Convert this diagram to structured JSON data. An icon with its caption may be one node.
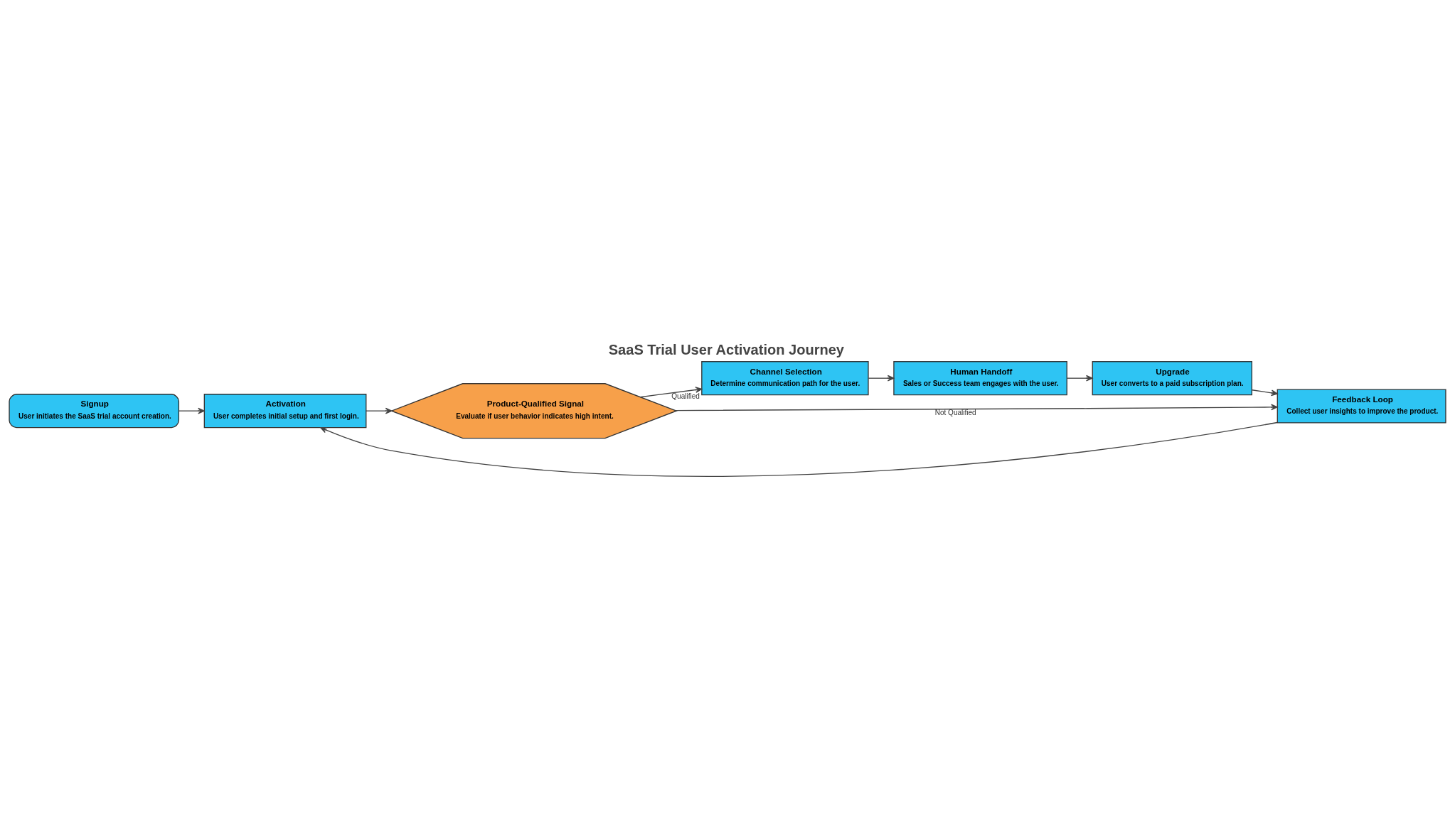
{
  "diagram": {
    "title": "SaaS Trial User Activation Journey",
    "nodes": [
      {
        "text": [
          "Signup",
          "User initiates the SaaS trial account creation."
        ]
      },
      {
        "text": [
          "Activation",
          "User completes initial setup and first login."
        ]
      },
      {
        "text": [
          "Product-Qualified Signal",
          "Evaluate if user behavior indicates high intent."
        ]
      },
      {
        "text": [
          "Channel Selection",
          "Determine communication path for the user."
        ]
      },
      {
        "text": [
          "Human Handoff",
          "Sales or Success team engages with the user."
        ]
      },
      {
        "text": [
          "Upgrade",
          "User converts to a paid subscription plan."
        ]
      },
      {
        "text": [
          "Feedback Loop",
          "Collect user insights to improve the product."
        ]
      }
    ],
    "edges": [
      {
        "from": 0,
        "to": 1,
        "arrow": "to"
      },
      {
        "from": 1,
        "to": 2,
        "arrow": "to"
      },
      {
        "from": 2,
        "to": 3,
        "arrow": "to",
        "label": "Qualified"
      },
      {
        "from": 3,
        "to": 4,
        "arrow": "to"
      },
      {
        "from": 4,
        "to": 5,
        "arrow": "to"
      },
      {
        "from": 5,
        "to": 6,
        "arrow": "to"
      },
      {
        "from": 2,
        "to": 6,
        "arrow": "to",
        "label": "Not Qualified"
      },
      {
        "from": 6,
        "to": 1,
        "arrow": "to"
      }
    ]
  }
}
